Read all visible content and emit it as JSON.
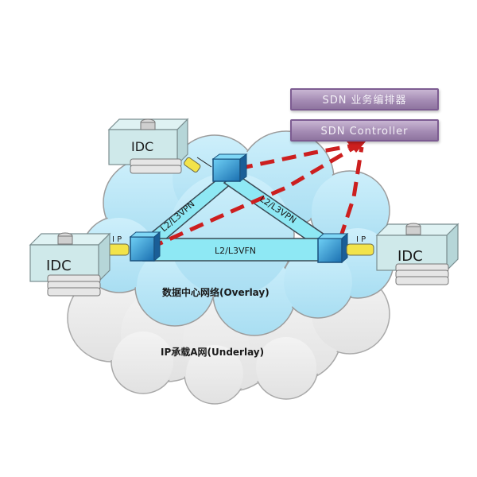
{
  "header": {
    "orchestrator": "SDN 业务编排器",
    "controller": "SDN Controller"
  },
  "idc_label": "IDC",
  "vpn_label_left": "L2/L3VPN",
  "vpn_label_right": "L2/L3VPN",
  "vpn_label_bottom": "L2/L3VFN",
  "overlay_label": "数据中心网络(Overlay)",
  "underlay_label": "IP承载A网(Underlay)",
  "ip_label": "I P",
  "colors": {
    "tunnel": "#8ee8f4",
    "switch": "#2e9bd6",
    "dashed_link": "#cc1f1f",
    "connector": "#f2e34a",
    "pill": "#a58cb4",
    "idc_box": "#cfe9ea"
  }
}
